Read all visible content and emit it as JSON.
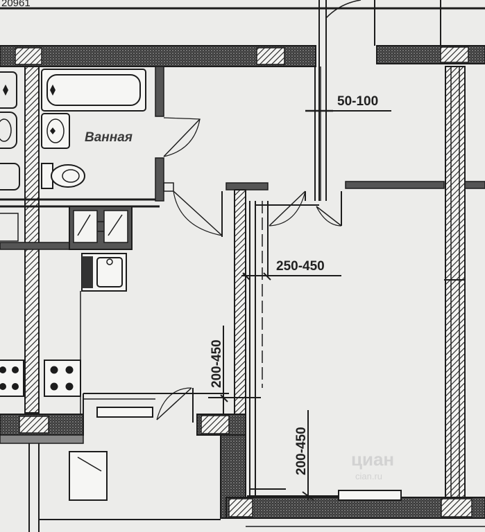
{
  "plan": {
    "top_reference": "20961",
    "rooms": {
      "bathroom": "Ванная"
    },
    "dimensions": {
      "pipe_gap_top": "50-100",
      "pipe_gap_mid": "250-450",
      "pipe_gap_left": "200-450",
      "pipe_gap_bottom": "200-450"
    },
    "watermark": {
      "logo": "циан",
      "sub": "cian.ru"
    },
    "colors": {
      "paper": "#ececea",
      "line": "#1c1c1c",
      "wall_fill": "#555555"
    }
  }
}
